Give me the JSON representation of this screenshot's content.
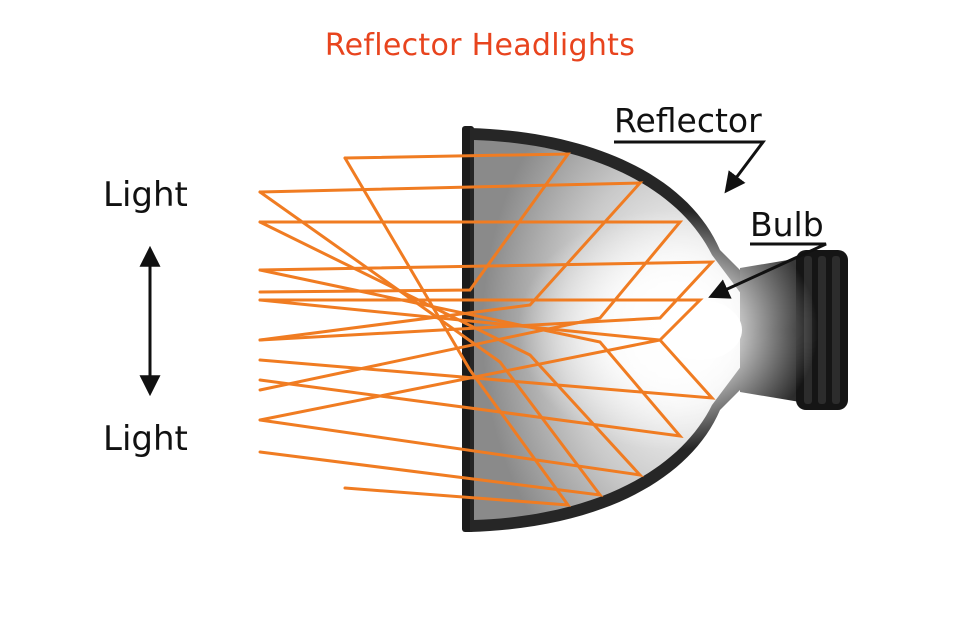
{
  "title": "Reflector Headlights",
  "labels": {
    "light_top": "Light",
    "light_bottom": "Light",
    "reflector": "Reflector",
    "bulb": "Bulb"
  },
  "colors": {
    "title": "#e8441e",
    "ray": "#f07c22",
    "text": "#111111"
  }
}
